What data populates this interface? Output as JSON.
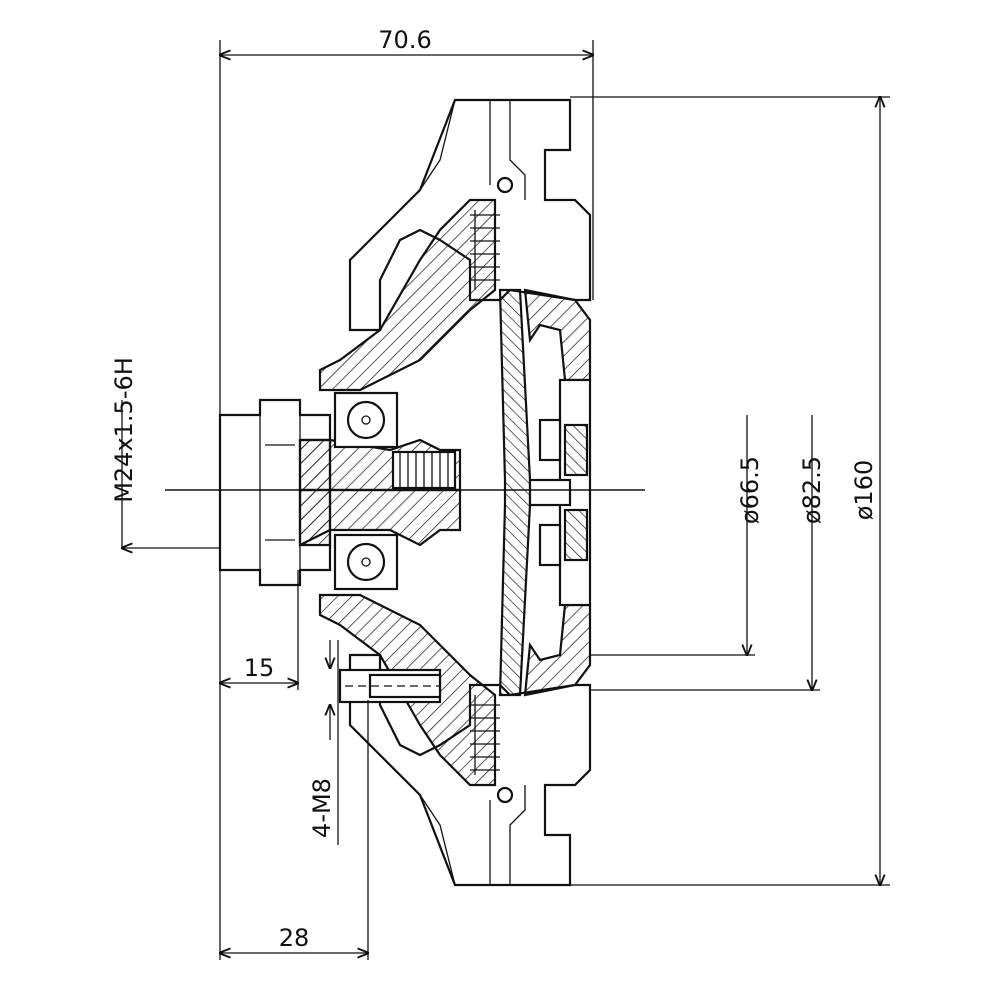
{
  "dimensions": {
    "overall_length": "70.6",
    "thread_spec": "M24x1.5-6H",
    "dia_1": "ø66.5",
    "dia_2": "ø82.5",
    "dia_3": "ø160",
    "len_15": "15",
    "len_28": "28",
    "bolt_spec": "4-M8"
  },
  "colors": {
    "line": "#111111",
    "background": "#ffffff"
  }
}
